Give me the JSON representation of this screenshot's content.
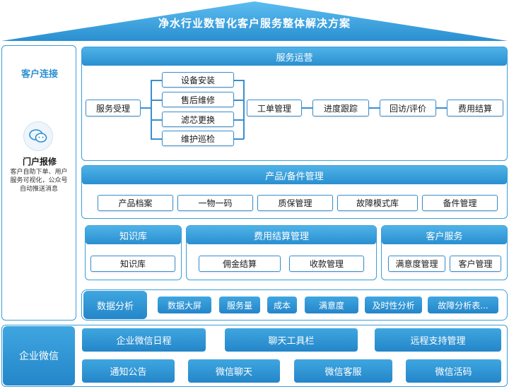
{
  "title": "净水行业数智化客户服务整体解决方案",
  "customer_connect": {
    "title": "客户连接",
    "portal_title": "门户报修",
    "portal_desc_lines": [
      "客户自助下单、用户",
      "服务可视化，公众号",
      "自动推送消息"
    ],
    "icon": "wechat-icon"
  },
  "service_ops": {
    "title": "服务运营",
    "accept": "服务受理",
    "branches": [
      "设备安装",
      "售后维修",
      "滤芯更换",
      "维护巡检"
    ],
    "flow": [
      "工单管理",
      "进度跟踪",
      "回访/评价",
      "费用结算"
    ]
  },
  "product": {
    "title": "产品/备件管理",
    "items": [
      "产品档案",
      "一物一码",
      "质保管理",
      "故障模式库",
      "备件管理"
    ]
  },
  "knowledge": {
    "title": "知识库",
    "items": [
      "知识库"
    ]
  },
  "fee": {
    "title": "费用结算管理",
    "items": [
      "佣金结算",
      "收款管理"
    ]
  },
  "customer_service": {
    "title": "客户服务",
    "items": [
      "满意度管理",
      "客户管理"
    ]
  },
  "analytics": {
    "title": "数据分析",
    "items": [
      "数据大屏",
      "服务量",
      "成本",
      "满意度",
      "及时性分析",
      "故障分析表..."
    ]
  },
  "wecom": {
    "title": "企业微信",
    "row1": [
      "企业微信日程",
      "聊天工具栏",
      "远程支持管理"
    ],
    "row2": [
      "通知公告",
      "微信聊天",
      "微信客服",
      "微信活码"
    ]
  },
  "colors": {
    "accent": "#2a8fd0",
    "border": "#3a9ed6"
  }
}
